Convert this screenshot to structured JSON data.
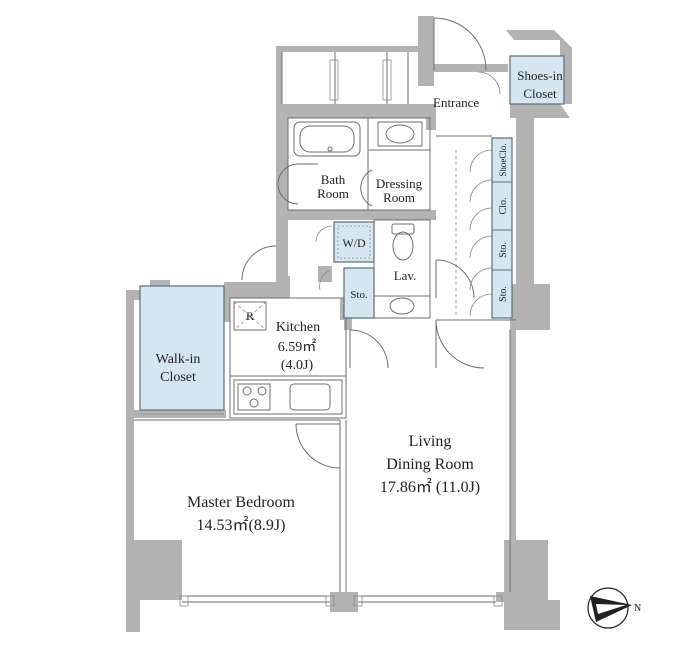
{
  "colors": {
    "wall": "#b3b3b3",
    "storage_fill": "#d6e6f0",
    "text": "#222222",
    "line": "#6d6d6d"
  },
  "rooms": {
    "entrance": {
      "name": "Entrance"
    },
    "shoes_in_closet": {
      "line1": "Shoes-in",
      "line2": "Closet"
    },
    "bath_room": {
      "line1": "Bath",
      "line2": "Room"
    },
    "dressing_room": {
      "line1": "Dressing",
      "line2": "Room"
    },
    "washer": {
      "name": "W/D"
    },
    "lavatory": {
      "name": "Lav."
    },
    "storage_small": {
      "name": "Sto."
    },
    "kitchen": {
      "name": "Kitchen",
      "area": "6.59㎡",
      "jo": "(4.0J)"
    },
    "refrigerator": {
      "name": "R"
    },
    "walk_in_closet": {
      "line1": "Walk-in",
      "line2": "Closet"
    },
    "living_dining": {
      "line1": "Living",
      "line2": "Dining Room",
      "area": "17.86㎡ (11.0J)"
    },
    "master_bedroom": {
      "name": "Master Bedroom",
      "area": "14.53㎡(8.9J)"
    },
    "corridor_storage": [
      "ShoeClo.",
      "Clo.",
      "Sto.",
      "Sto."
    ]
  },
  "compass": {
    "icon": "north-arrow-icon",
    "label": "N"
  }
}
